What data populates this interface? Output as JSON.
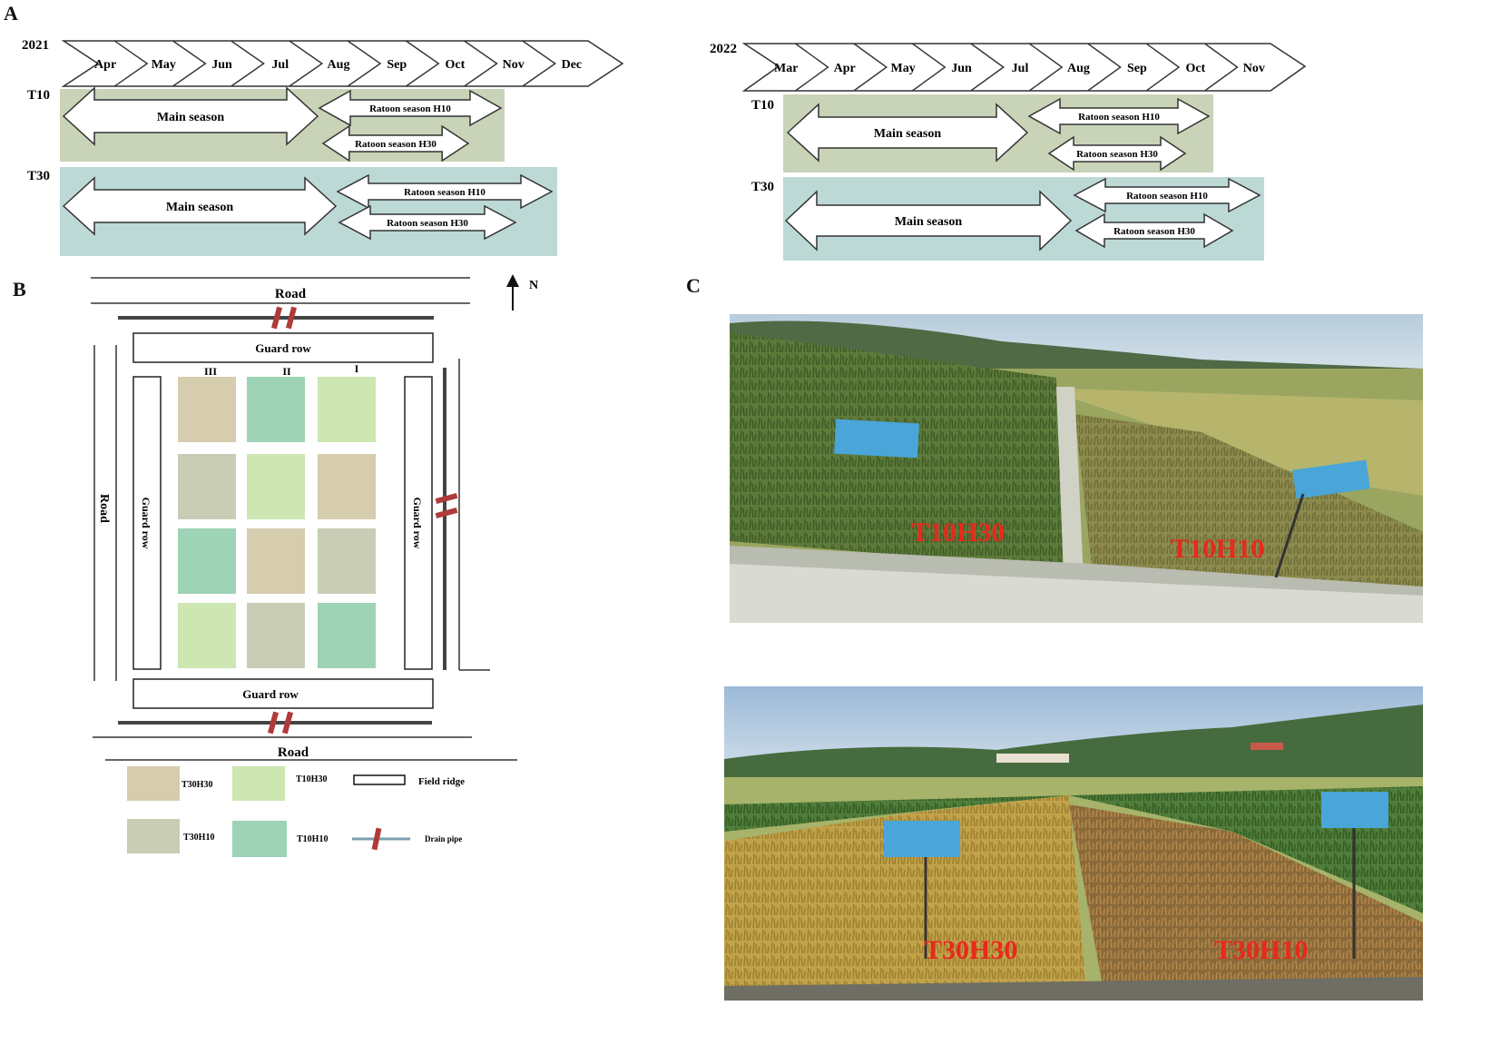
{
  "panels": {
    "a": "A",
    "b": "B",
    "c": "C"
  },
  "timeline_2021": {
    "year": "2021",
    "months": [
      "Apr",
      "May",
      "Jun",
      "Jul",
      "Aug",
      "Sep",
      "Oct",
      "Nov",
      "Dec"
    ],
    "rows": [
      {
        "label": "T10",
        "main": "Main season",
        "ratoon_h10": "Ratoon season   H10",
        "ratoon_h30": "Ratoon season   H30",
        "color": "#c9d3b7"
      },
      {
        "label": "T30",
        "main": "Main season",
        "ratoon_h10": "Ratoon season   H10",
        "ratoon_h30": "Ratoon season   H30",
        "color": "#bcd9d6"
      }
    ]
  },
  "timeline_2022": {
    "year": "2022",
    "months": [
      "Mar",
      "Apr",
      "May",
      "Jun",
      "Jul",
      "Aug",
      "Sep",
      "Oct",
      "Nov"
    ],
    "rows": [
      {
        "label": "T10",
        "main": "Main season",
        "ratoon_h10": "Ratoon season   H10",
        "ratoon_h30": "Ratoon season   H30",
        "color": "#c9d3b7"
      },
      {
        "label": "T30",
        "main": "Main season",
        "ratoon_h10": "Ratoon season   H10",
        "ratoon_h30": "Ratoon season   H30",
        "color": "#bcd9d6"
      }
    ]
  },
  "layout_map": {
    "north": "N",
    "road_top": "Road",
    "road_bottom": "Road",
    "road_left": "Road",
    "guard_row_top": "Guard row",
    "guard_row_bottom": "Guard row",
    "guard_row_left": "Guard row",
    "guard_row_right": "Guard row",
    "block_marks": [
      "III",
      "II",
      "I"
    ],
    "plots": [
      [
        "T30H30",
        "T10H10",
        "T10H30"
      ],
      [
        "T30H10",
        "T10H30",
        "T30H30"
      ],
      [
        "T10H10",
        "T30H30",
        "T30H10"
      ],
      [
        "T10H30",
        "T30H10",
        "T10H10"
      ]
    ],
    "plot_colors": {
      "T30H30": "#d6ccae",
      "T10H30": "#cde6b2",
      "T30H10": "#c9cdb6",
      "T10H10": "#9ed3b6"
    },
    "legend": [
      {
        "key": "T30H30",
        "label": "T30H30"
      },
      {
        "key": "T10H30",
        "label": "T10H30"
      },
      {
        "key": "field-ridge",
        "label": "Field ridge"
      },
      {
        "key": "T30H10",
        "label": "T30H10"
      },
      {
        "key": "T10H10",
        "label": "T10H10"
      },
      {
        "key": "drain-pipe",
        "label": "Drain pipe"
      }
    ]
  },
  "photos": [
    {
      "left_label": "T10H30",
      "right_label": "T10H10"
    },
    {
      "left_label": "T30H30",
      "right_label": "T30H10"
    }
  ]
}
